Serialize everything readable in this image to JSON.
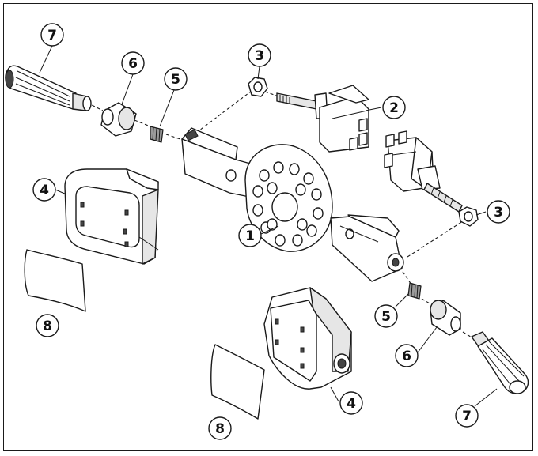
{
  "callouts": [
    {
      "id": "c1",
      "label": "1"
    },
    {
      "id": "c2",
      "label": "2"
    },
    {
      "id": "c3a",
      "label": "3"
    },
    {
      "id": "c3b",
      "label": "3"
    },
    {
      "id": "c4a",
      "label": "4"
    },
    {
      "id": "c4b",
      "label": "4"
    },
    {
      "id": "c5a",
      "label": "5"
    },
    {
      "id": "c5b",
      "label": "5"
    },
    {
      "id": "c6a",
      "label": "6"
    },
    {
      "id": "c6b",
      "label": "6"
    },
    {
      "id": "c7a",
      "label": "7"
    },
    {
      "id": "c7b",
      "label": "7"
    },
    {
      "id": "c8a",
      "label": "8"
    },
    {
      "id": "c8b",
      "label": "8"
    }
  ],
  "colors": {
    "line": "#1a1a1a",
    "shade_light": "#e6e6e6",
    "shade_dark": "#9a9a9a",
    "background": "#ffffff"
  }
}
